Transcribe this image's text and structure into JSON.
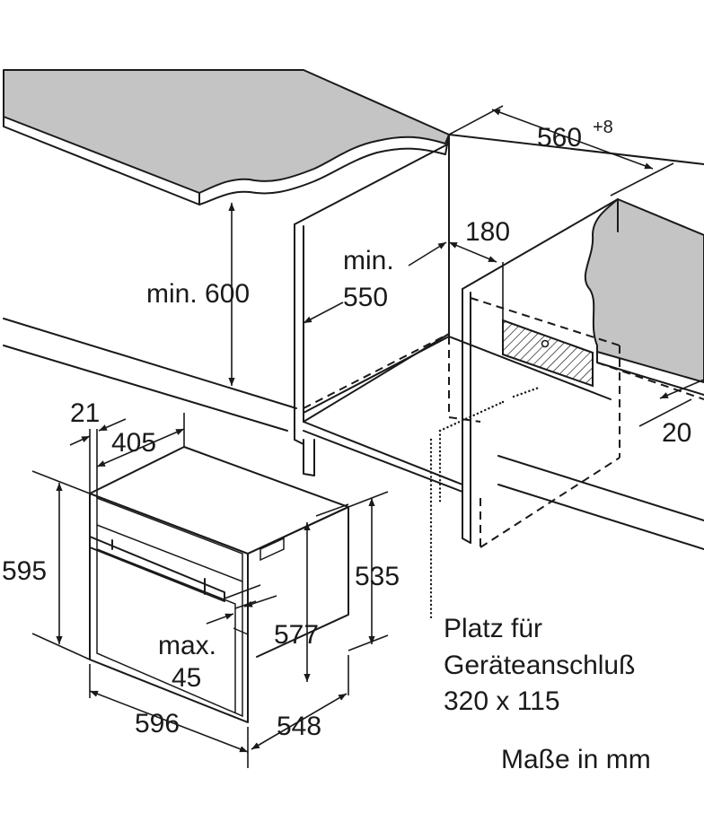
{
  "dimensions": {
    "niche_width": "560",
    "niche_width_tolerance": "+8",
    "vent_depth": "180",
    "min_niche_height_label": "min.",
    "min_niche_height_value": "550",
    "min_height_above_floor": "min. 600",
    "rear_gap": "20",
    "door_thickness": "21",
    "top_depth": "405",
    "front_height": "595",
    "body_height": "535",
    "inner_height": "577",
    "handle_protrusion_label": "max.",
    "handle_protrusion_value": "45",
    "front_width": "596",
    "body_depth": "548"
  },
  "connection_note": {
    "line1": "Platz für",
    "line2": "Geräteanschluß",
    "line3": "320 x 115"
  },
  "units_note": "Maße in mm",
  "colors": {
    "line": "#1a1a1a",
    "worktop": "#c4c4c4",
    "background": "#ffffff"
  }
}
